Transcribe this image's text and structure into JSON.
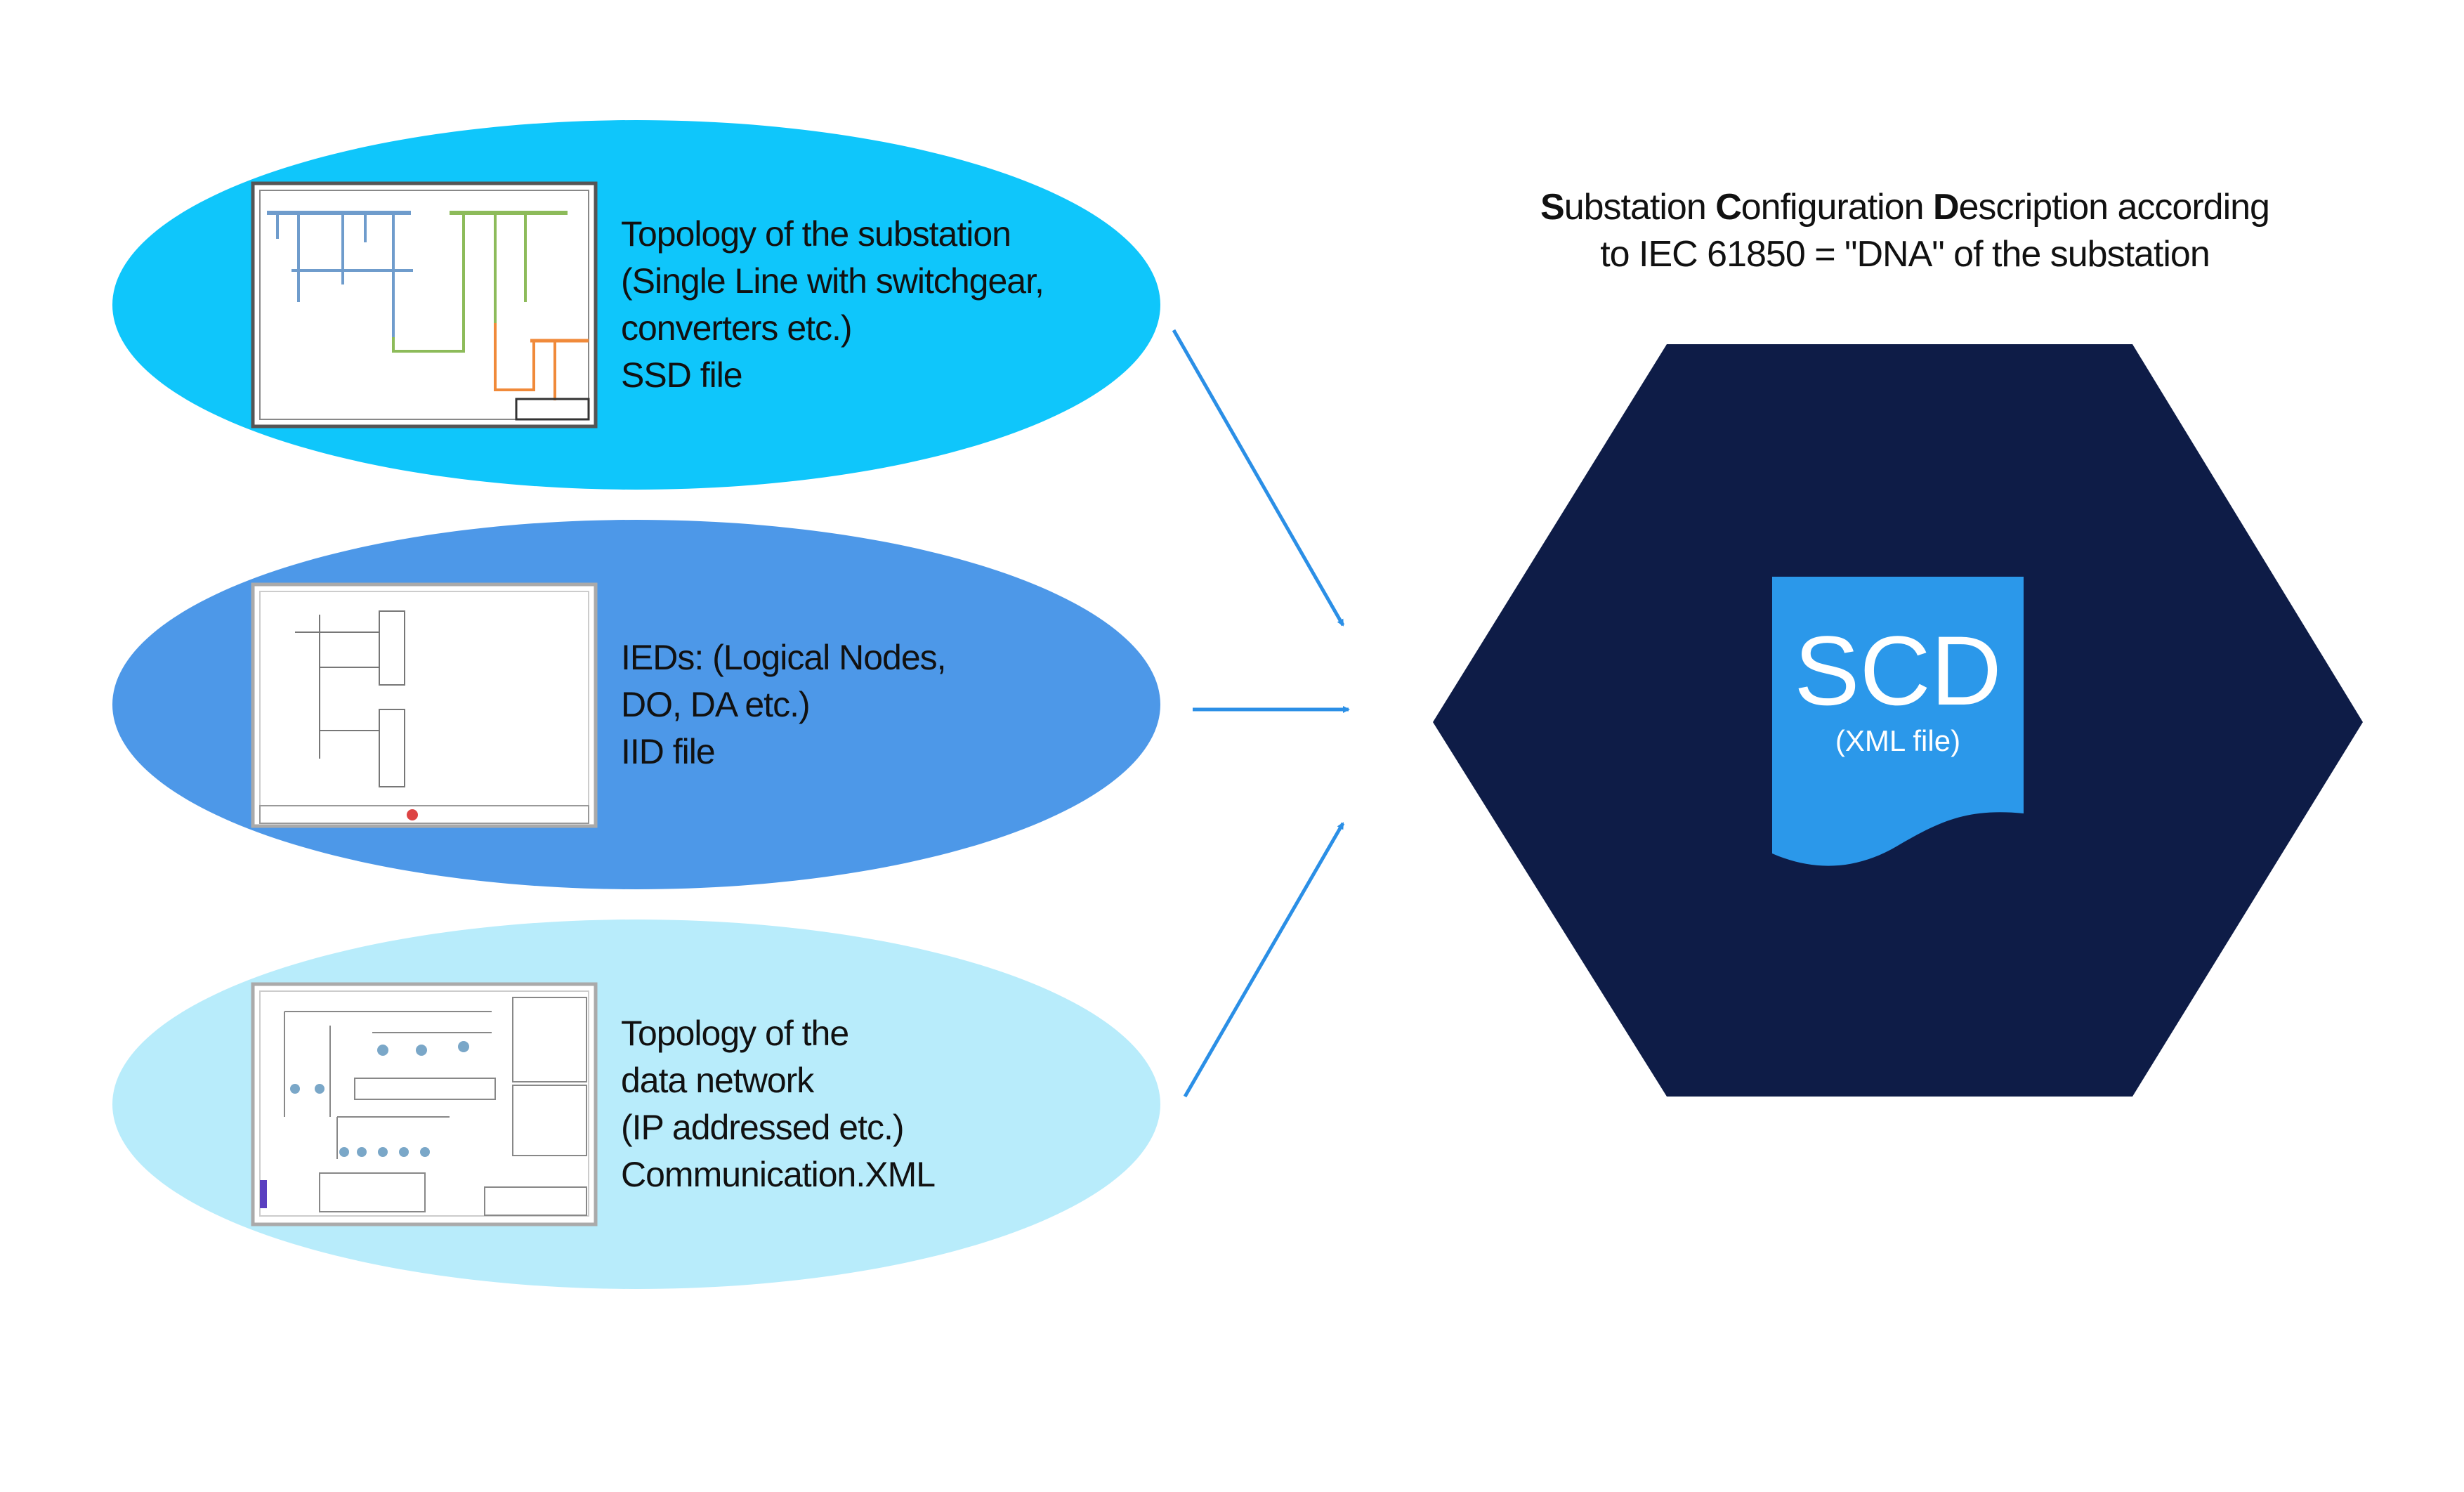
{
  "title": {
    "line1_parts": [
      {
        "bold": "S",
        "rest": "ubstation "
      },
      {
        "bold": "C",
        "rest": "onfiguration "
      },
      {
        "bold": "D",
        "rest": "escription according"
      }
    ],
    "line2": "to IEC 61850 = \"DNA\" of the substation"
  },
  "inputs": [
    {
      "lines": [
        "Topology of the substation",
        "(Single Line with switchgear,",
        "converters etc.)",
        "SSD file"
      ],
      "color": "#0fc6fb",
      "thumbnail": "single-line-diagram"
    },
    {
      "lines": [
        "IEDs: (Logical Nodes,",
        "DO, DA etc.)",
        "IID file"
      ],
      "color": "#4d98e8",
      "thumbnail": "ied-diagram"
    },
    {
      "lines": [
        "Topology of the",
        "data network",
        "(IP addressed etc.)",
        "Communication.XML"
      ],
      "color": "#b8ecfb",
      "thumbnail": "network-diagram"
    }
  ],
  "scd": {
    "label": "SCD",
    "sublabel": "(XML file)",
    "hexagon_color": "#0e1c47",
    "document_color": "#2b98ea"
  },
  "arrow_color": "#2b8fe6"
}
